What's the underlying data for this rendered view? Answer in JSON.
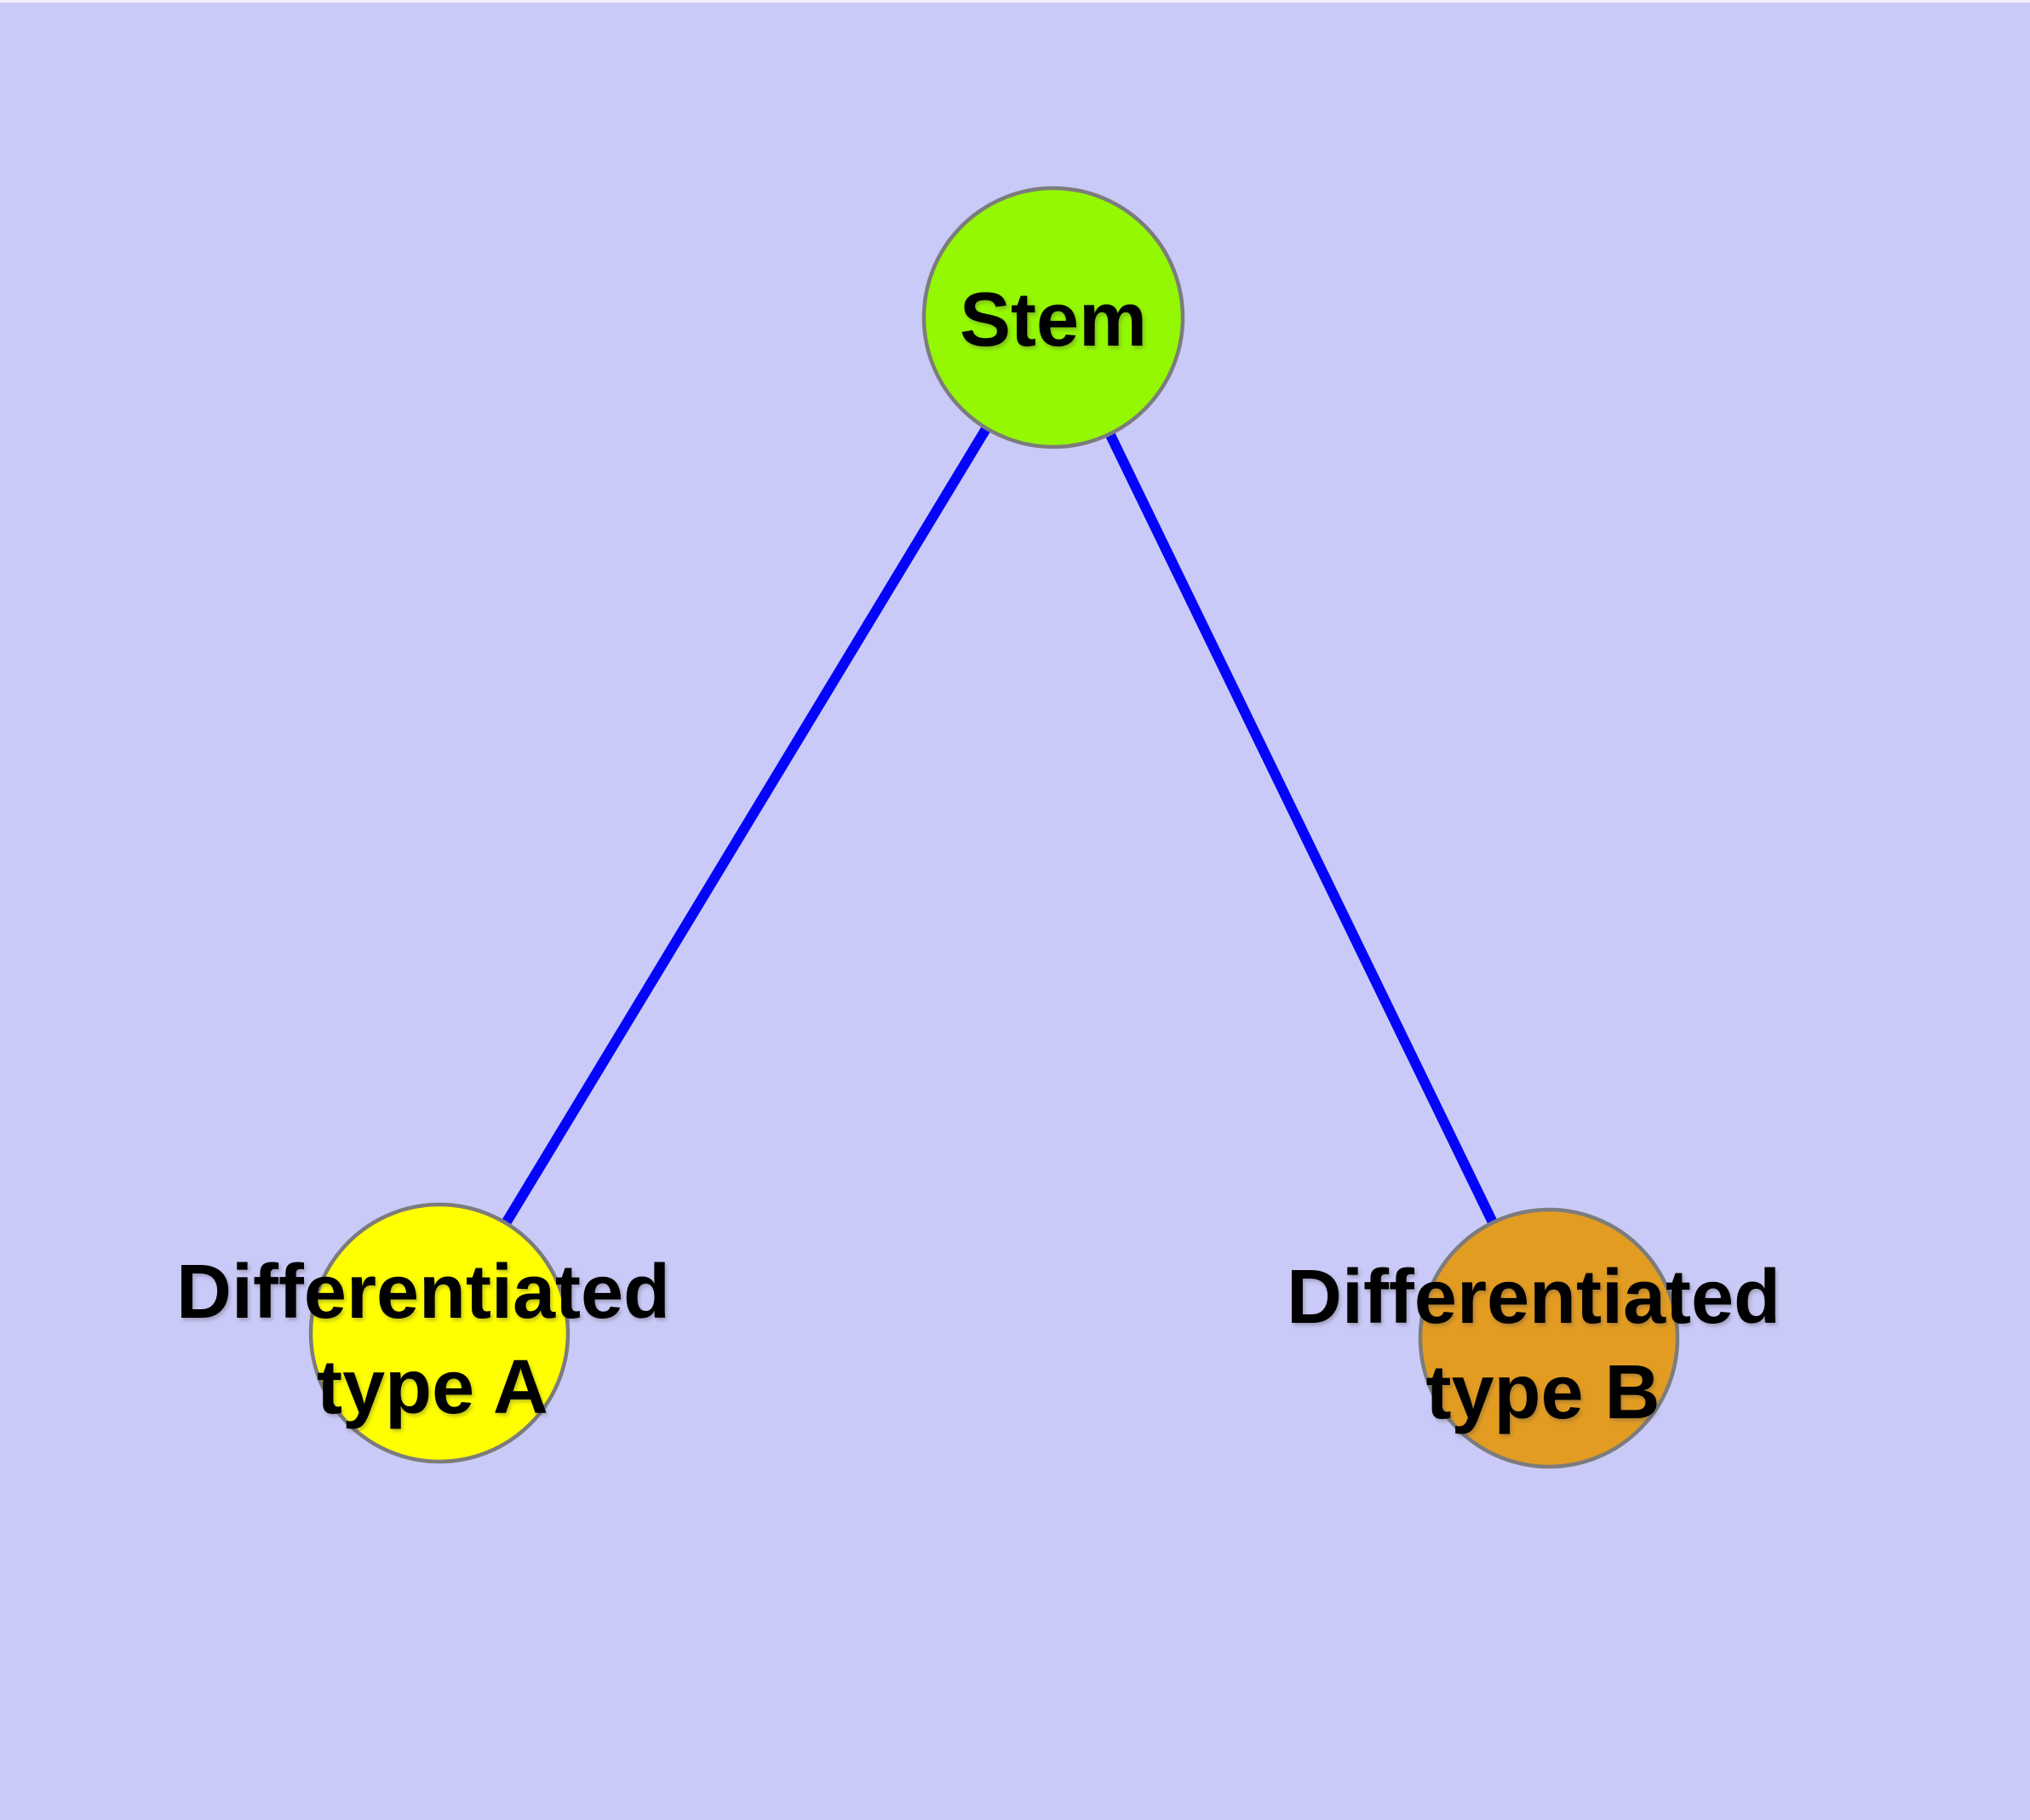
{
  "diagram": {
    "background_color": "#CACAF8",
    "top_strip_color": "#F2F2FA",
    "edge_color": "#0404FB",
    "node_border_color": "#7C7C7C",
    "label_color": "#000000",
    "nodes": [
      {
        "id": "stem",
        "label": "Stem",
        "label_line1": "Stem",
        "label_line2": "",
        "fill": "#93F802"
      },
      {
        "id": "type-a",
        "label": "Differentiated type A",
        "label_line1": "Differentiated",
        "label_line2": "type A",
        "fill": "#FFFF00"
      },
      {
        "id": "type-b",
        "label": "Differentiated type B",
        "label_line1": "Differentiated",
        "label_line2": "type B",
        "fill": "#E39C22"
      }
    ],
    "edges": [
      {
        "from": "Stem",
        "to": "Differentiated type A"
      },
      {
        "from": "Stem",
        "to": "Differentiated type B"
      }
    ]
  }
}
